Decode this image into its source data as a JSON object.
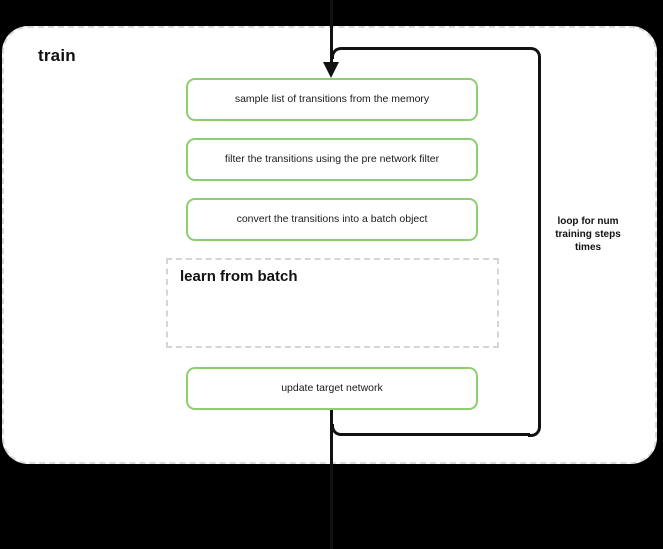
{
  "diagram": {
    "background_color": "#000000",
    "accent_color": "#8ECE72",
    "line_color": "#111111",
    "dashed_border_color": "#d9d9d9",
    "container": {
      "title": "train"
    },
    "process_boxes": [
      {
        "label": "sample list of transitions from the memory"
      },
      {
        "label": "filter the transitions using the pre network filter"
      },
      {
        "label": "convert the transitions into a batch object"
      },
      {
        "label": "update target network"
      }
    ],
    "sub_process": {
      "title": "learn from batch"
    },
    "loop": {
      "caption": "loop for num training steps times"
    }
  }
}
